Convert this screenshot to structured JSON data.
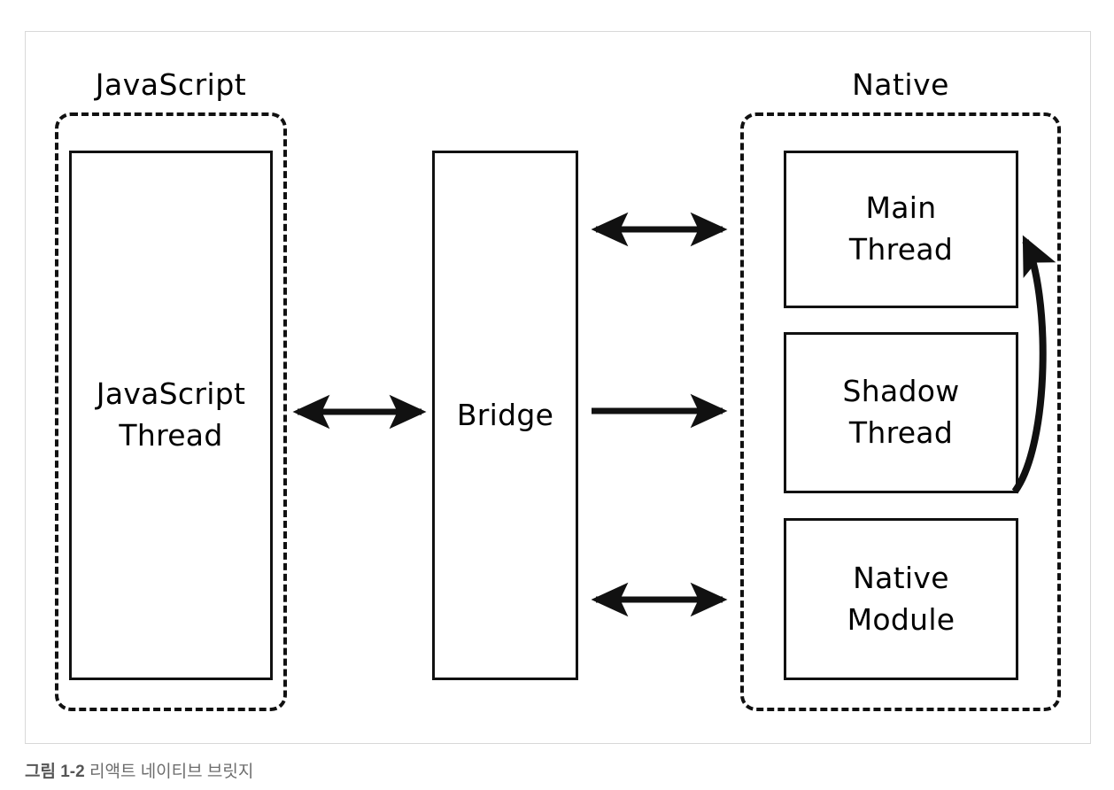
{
  "figure": {
    "caption_number": "그림 1-2",
    "caption_text": "리액트 네이티브 브릿지",
    "frame_border_color": "#d8d8d8",
    "stroke_color": "#111111",
    "background_color": "#ffffff"
  },
  "sections": [
    {
      "id": "javascript",
      "label": "JavaScript",
      "style": "dashed-rounded"
    },
    {
      "id": "native",
      "label": "Native",
      "style": "dashed-rounded"
    }
  ],
  "nodes": [
    {
      "id": "js-thread",
      "label": "JavaScript\nThread",
      "section": "javascript"
    },
    {
      "id": "bridge",
      "label": "Bridge",
      "section": "none"
    },
    {
      "id": "main-thread",
      "label": "Main\nThread",
      "section": "native"
    },
    {
      "id": "shadow-thread",
      "label": "Shadow\nThread",
      "section": "native"
    },
    {
      "id": "native-module",
      "label": "Native\nModule",
      "section": "native"
    }
  ],
  "connections": [
    {
      "id": "js-to-bridge",
      "from": "js-thread",
      "to": "bridge",
      "direction": "bidirectional"
    },
    {
      "id": "bridge-to-main-thread",
      "from": "bridge",
      "to": "main-thread",
      "direction": "bidirectional"
    },
    {
      "id": "bridge-to-shadow-thread",
      "from": "bridge",
      "to": "shadow-thread",
      "direction": "forward"
    },
    {
      "id": "bridge-to-native-module",
      "from": "bridge",
      "to": "native-module",
      "direction": "bidirectional"
    },
    {
      "id": "shadow-thread-to-main-thread",
      "from": "shadow-thread",
      "to": "main-thread",
      "direction": "forward",
      "style": "curved"
    }
  ]
}
